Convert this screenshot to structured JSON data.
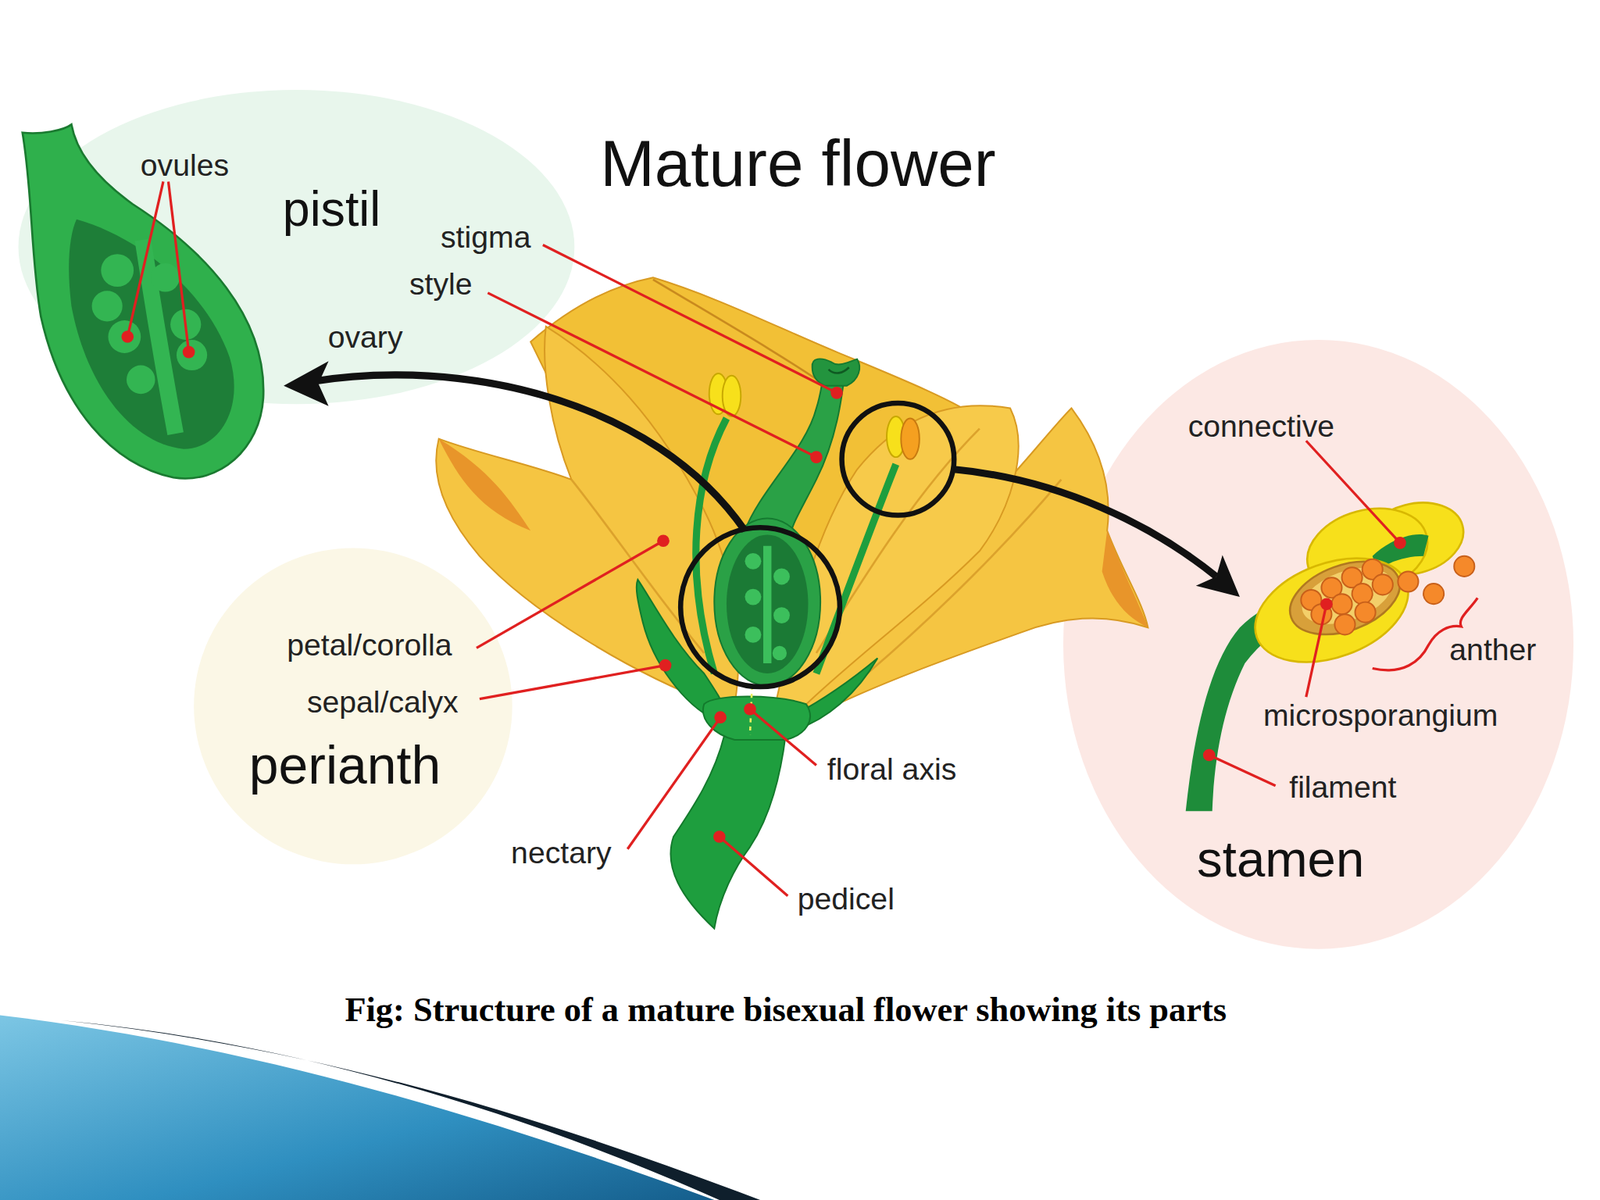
{
  "diagram": {
    "title": "Mature flower",
    "caption": "Fig: Structure of a mature bisexual flower showing its parts",
    "nodes": [
      {
        "text": [
          "pistil"
        ]
      },
      {
        "text": [
          "perianth"
        ]
      },
      {
        "text": [
          "stamen"
        ]
      }
    ],
    "labels": [
      "ovules",
      "stigma",
      "style",
      "ovary",
      "petal/corolla",
      "sepal/calyx",
      "floral axis",
      "nectary",
      "pedicel",
      "connective",
      "anther",
      "microsporangium",
      "filament"
    ]
  }
}
